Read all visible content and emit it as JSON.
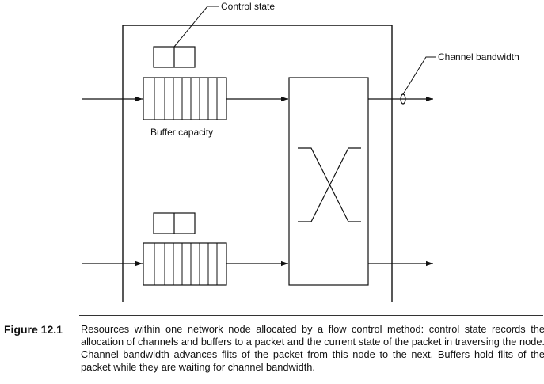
{
  "labels": {
    "control_state": "Control state",
    "channel_bandwidth": "Channel bandwidth",
    "buffer_capacity": "Buffer capacity"
  },
  "caption": {
    "label": "Figure 12.1",
    "text": "Resources within one network node allocated by a flow control method: control state records the allocation of channels and buffers to a packet and the current state of the packet in traversing the node. Channel bandwidth advances flits of the packet from this node to the next. Buffers hold flits of the packet while they are waiting for channel bandwidth."
  },
  "buffers": {
    "flit_slots": 8,
    "control_state_cells": 2
  }
}
